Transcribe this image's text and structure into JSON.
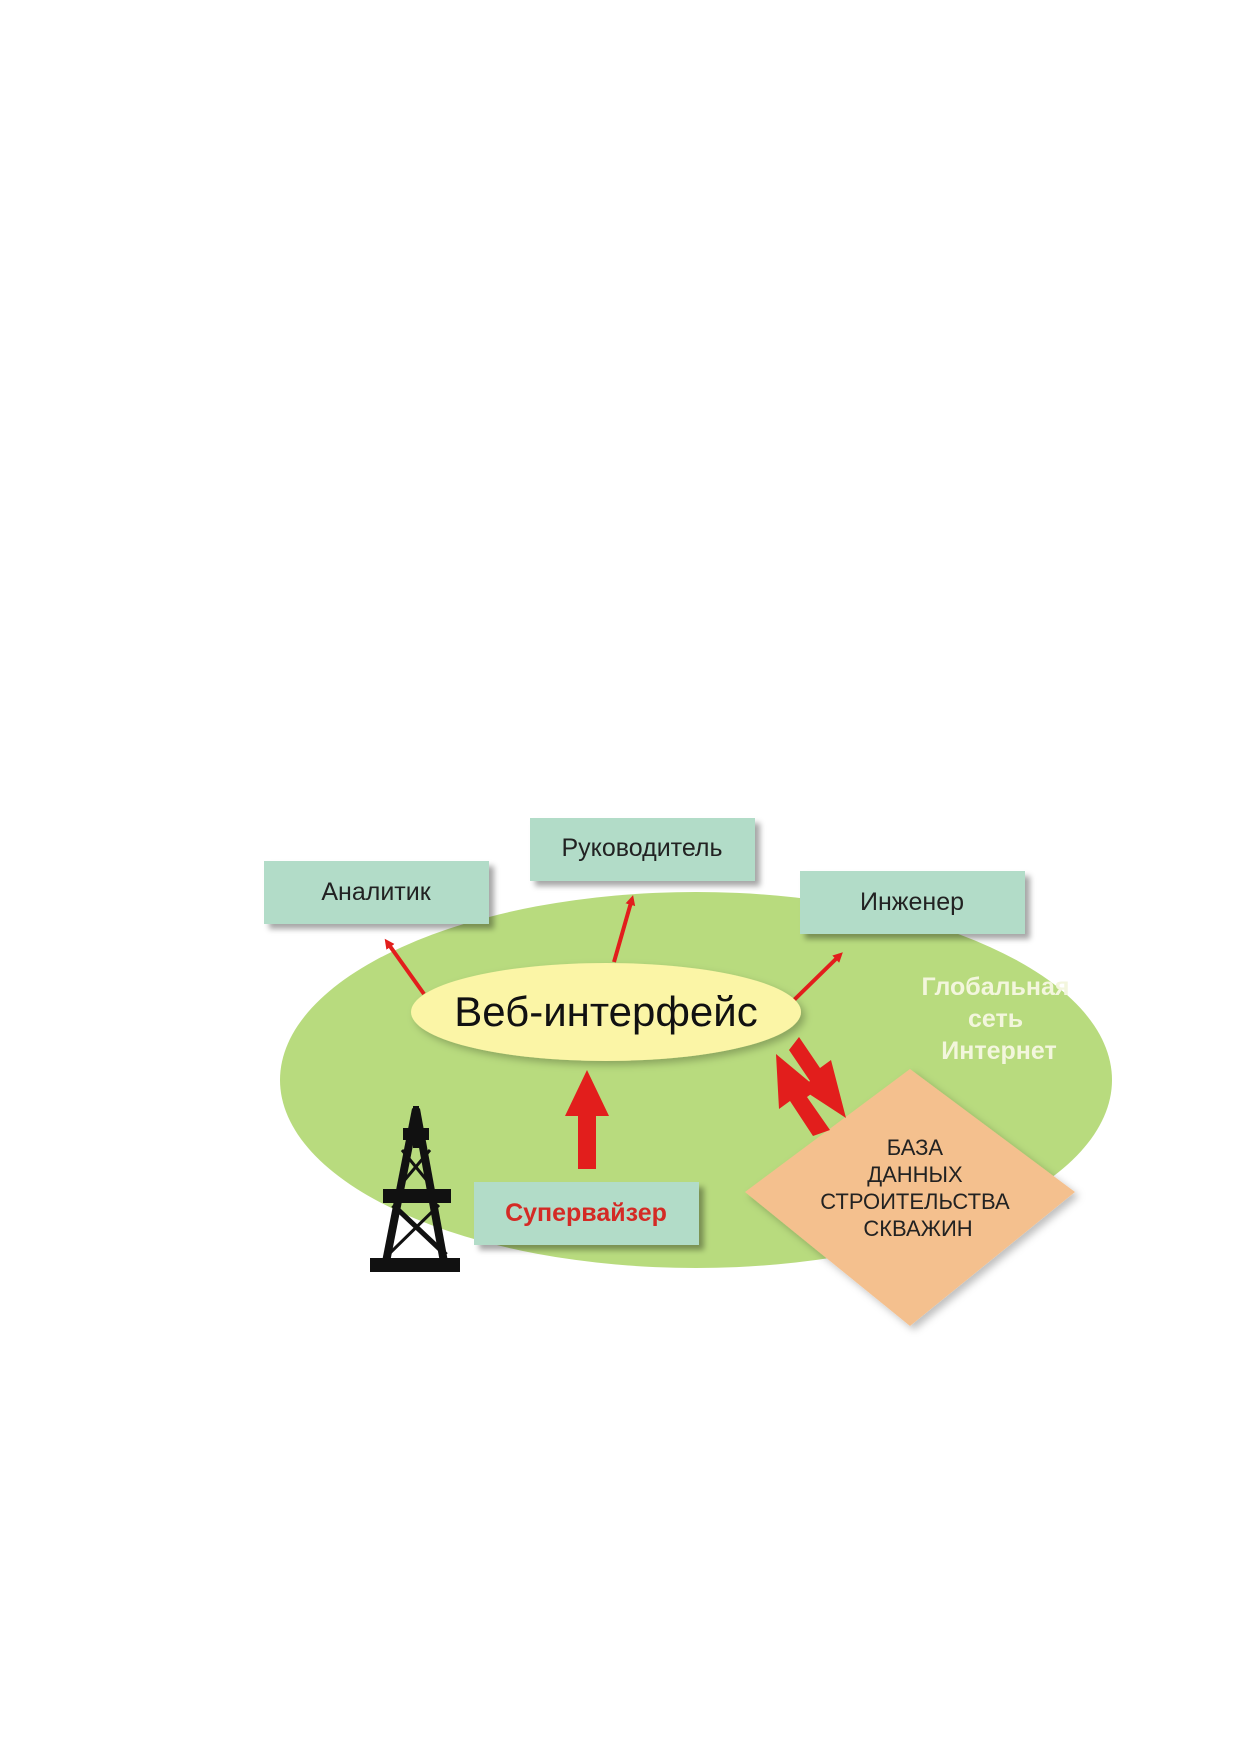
{
  "nodes": {
    "analyst": "Аналитик",
    "manager": "Руководитель",
    "engineer": "Инженер",
    "web_interface": "Веб-интерфейс",
    "supervisor": "Супервайзер",
    "database": [
      "БАЗА",
      "ДАННЫХ",
      "СТРОИТЕЛЬСТВА",
      "СКВАЖИН"
    ]
  },
  "network": [
    "Глобальная",
    "сеть",
    "Интернет"
  ],
  "icons": {
    "derrick": "drilling-rig-icon"
  },
  "colors": {
    "network_fill": "#b8db7e",
    "role_box": "#b2dcc8",
    "web_ellipse": "#fbf5a6",
    "database_fill": "#f4c08e",
    "arrow": "#e21e1c",
    "supervisor_text": "#d42a25",
    "network_text": "#f3f6dd"
  }
}
